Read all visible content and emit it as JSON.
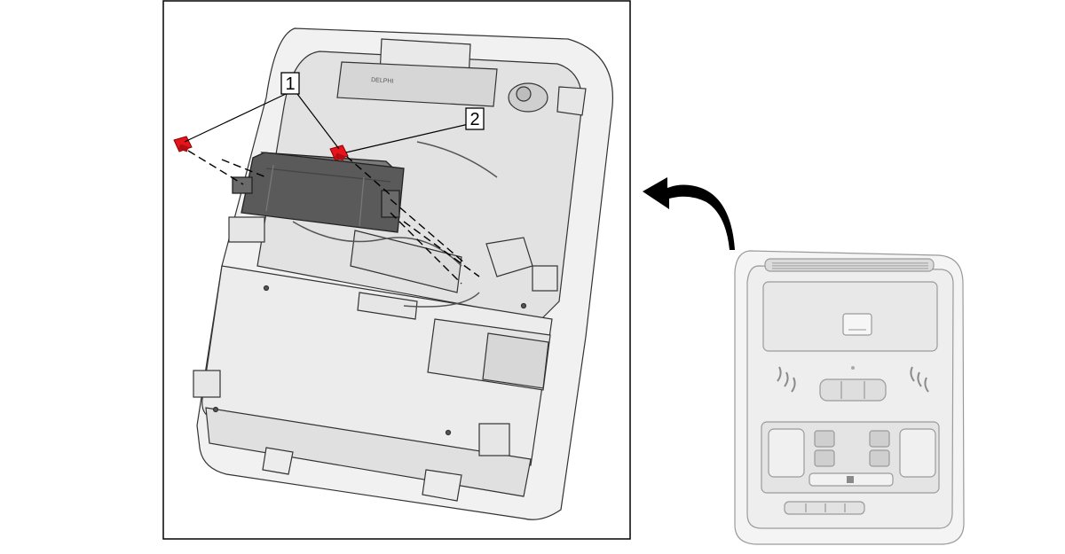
{
  "diagram": {
    "callouts": [
      {
        "number": "1",
        "label": "callout-1"
      },
      {
        "number": "2",
        "label": "callout-2"
      }
    ],
    "colors": {
      "fastener": "#e8141b",
      "module": "#5a5a5a",
      "housing": "#e6e6e6",
      "outline": "#222222",
      "frame": "#000000"
    },
    "icons": {
      "orientation_arrow": "curved-arrow-left-icon"
    }
  }
}
